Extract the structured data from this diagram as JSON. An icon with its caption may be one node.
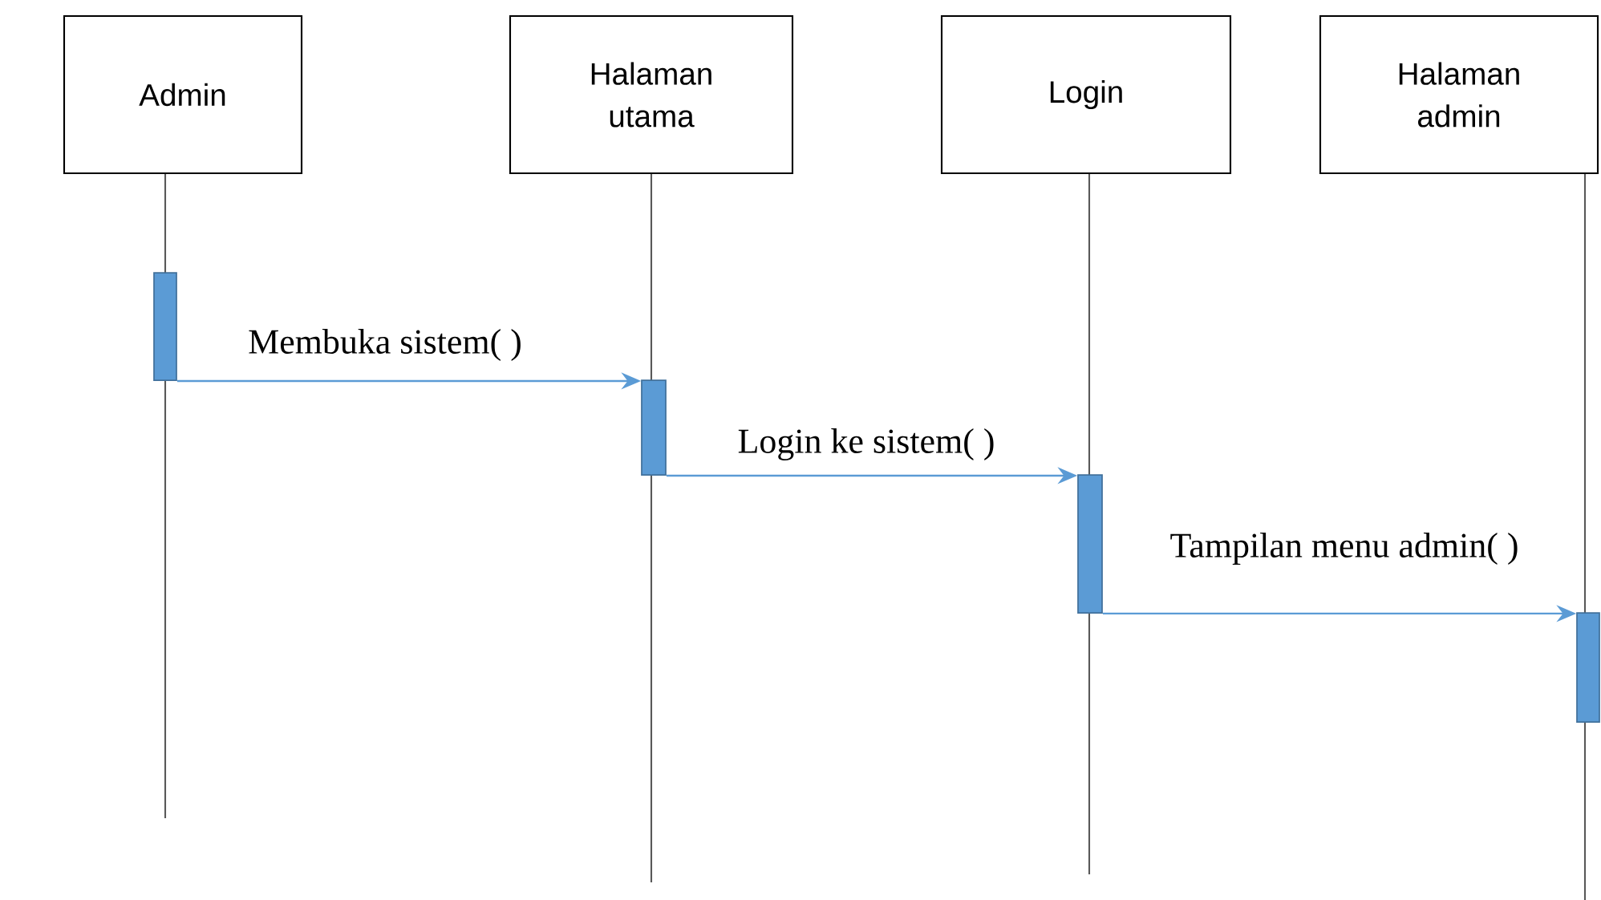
{
  "diagram": {
    "nodes": [
      {
        "text": [
          "Admin"
        ]
      },
      {
        "text": [
          "Halaman utama"
        ]
      },
      {
        "text": [
          "Login"
        ]
      },
      {
        "text": [
          "Halaman admin"
        ]
      },
      {
        "text": [],
        "shape": "bar"
      },
      {
        "text": [],
        "shape": "bar"
      },
      {
        "text": [],
        "shape": "bar"
      },
      {
        "text": [],
        "shape": "bar"
      }
    ],
    "edges": [
      {
        "from": 4,
        "to": 5,
        "arrow": "to",
        "label": "Membuka sistem( )"
      },
      {
        "from": 5,
        "to": 6,
        "arrow": "to",
        "label": "Login ke sistem( )"
      },
      {
        "from": 6,
        "to": 7,
        "arrow": "to",
        "label": "Tampilan menu admin( )"
      }
    ]
  }
}
